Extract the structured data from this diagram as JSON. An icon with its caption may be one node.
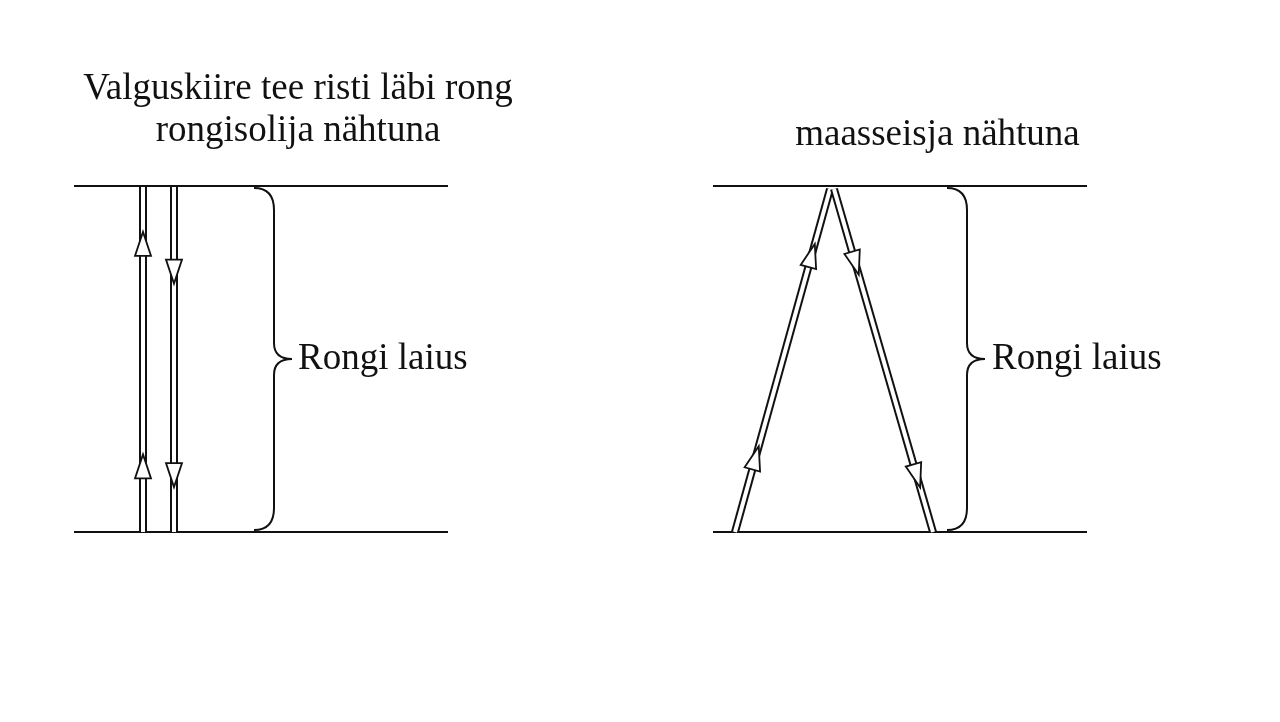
{
  "diagram": {
    "labels": [
      "Valguskiire tee risti läbi rong rongisolija nähtuna",
      "maasseisja nähtuna",
      "Rongi laius",
      "Rongi laius"
    ]
  }
}
